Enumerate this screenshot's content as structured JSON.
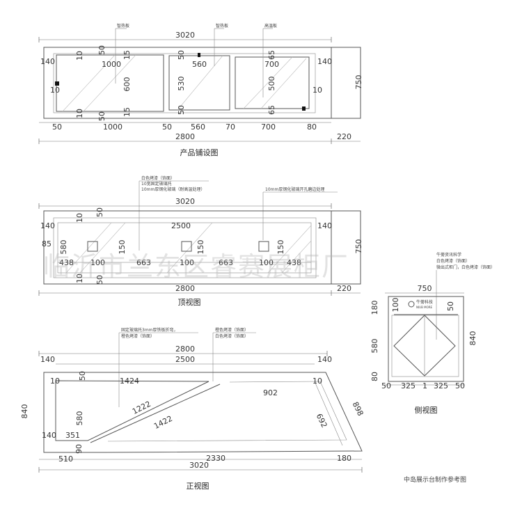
{
  "views": {
    "layout": {
      "title": "产品铺设图",
      "labels": {
        "warm_left": "智热板",
        "warm_mid": "智热板",
        "hot_right": "高温板"
      },
      "dims": {
        "overall_width": "3020",
        "overall_height": "750",
        "left_140": "140",
        "right_140": "140",
        "top_10_left": "10",
        "top_50_left": "50",
        "left_10": "10",
        "cell1_width": "1000",
        "cell1_top15": "15",
        "cell1_height": "600",
        "cell1_bot15": "15",
        "bot_10_left": "10",
        "bot_50_left": "50",
        "cell2_top50": "50",
        "cell2_width": "560",
        "cell2_height": "530",
        "cell2_bot50": "50",
        "cell3_width": "700",
        "cell3_top65": "65",
        "cell3_height": "500",
        "cell3_bot65": "65",
        "right_10": "10",
        "bottom_50a": "50",
        "bottom_1000": "1000",
        "bottom_50b": "50",
        "bottom_560": "560",
        "bottom_70": "70",
        "bottom_700": "700",
        "bottom_80": "80",
        "bottom_2800": "2800",
        "bottom_220": "220"
      }
    },
    "top": {
      "title": "顶视图",
      "labels": {
        "note1": "白色烤漆（饰面）",
        "note2": "10宽固定玻璃托",
        "note3": "10mm厚钢化玻璃（耐高温处理）",
        "note4": "10mm厚钢化玻璃开孔磨边处理"
      },
      "dims": {
        "overall_width": "3020",
        "overall_height": "750",
        "inner_2500": "2500",
        "left_140": "140",
        "right_140": "140",
        "top_50": "50",
        "top_10": "10",
        "left_85": "85",
        "h_580": "580",
        "h_150a": "150",
        "h_150b": "150",
        "h_150c": "150",
        "seg_438a": "438",
        "seg_100a": "100",
        "seg_663a": "663",
        "seg_100b": "100",
        "seg_663b": "663",
        "seg_100c": "100",
        "seg_438b": "438",
        "bot_10": "10",
        "bot_50": "50",
        "bottom_2800": "2800",
        "bottom_220": "220"
      }
    },
    "front": {
      "title": "正视图",
      "labels": {
        "note_left1": "固定玻璃托3mm厚铁板折弯，",
        "note_left2": "橙色烤漆（饰面）",
        "note_mid1": "橙色烤漆（饰面）",
        "note_mid2": "白色烤漆（饰面）"
      },
      "dims": {
        "top_2800": "2800",
        "top_2500": "2500",
        "left_140": "140",
        "right_140": "140",
        "left_10": "10",
        "v_50": "50",
        "w_1424": "1424",
        "right_10": "10",
        "w_902": "902",
        "h_840": "840",
        "slope_1222": "1222",
        "slope_1422": "1422",
        "h_580": "580",
        "slope_898": "898",
        "slope_692": "692",
        "b_140": "140",
        "b_351": "351",
        "b_90": "90",
        "b_510": "510",
        "b_2330": "2330",
        "b_180": "180",
        "bottom_3020": "3020"
      }
    },
    "side": {
      "title": "侧视图",
      "labels": {
        "note1": "牛蒡资讯科学",
        "note2": "白色烤漆（饰面）",
        "note3": "微出式柜门，白色烤漆（饰面）",
        "logo_cn": "牛蒡科技",
        "logo_en": "NIUB MORE"
      },
      "dims": {
        "width_750": "750",
        "h_180": "180",
        "h_100": "100",
        "h_50": "50",
        "h_840": "840",
        "h_580": "580",
        "h_80": "80",
        "b_50a": "50",
        "b_325a": "325",
        "b_1": "1",
        "b_325b": "325",
        "b_50b": "50"
      }
    }
  },
  "caption": "中岛展示台制作参考图",
  "watermark": "临沂市兰东区睿赛展柜厂"
}
